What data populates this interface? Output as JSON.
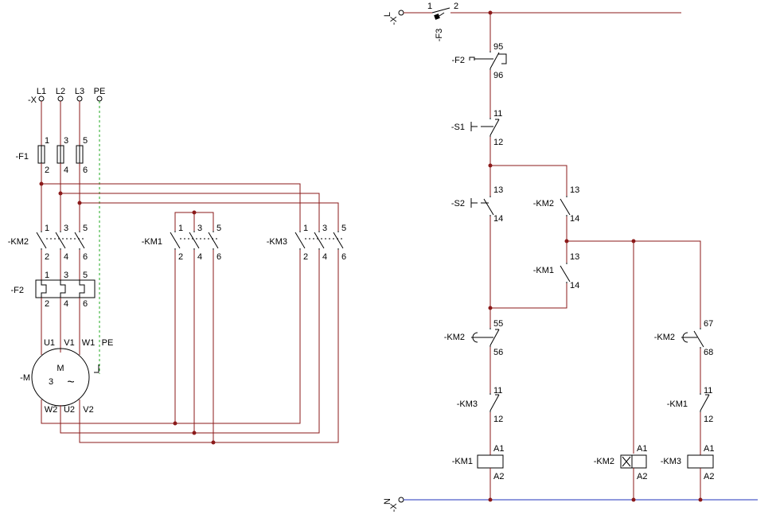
{
  "power": {
    "terminal": "-X",
    "phases": [
      "L1",
      "L2",
      "L3",
      "PE"
    ],
    "fuse": {
      "tag": "-F1",
      "top": [
        "1",
        "3",
        "5"
      ],
      "bottom": [
        "2",
        "4",
        "6"
      ]
    },
    "km2": {
      "tag": "-KM2",
      "top": [
        "1",
        "3",
        "5"
      ],
      "bottom": [
        "2",
        "4",
        "6"
      ]
    },
    "f2": {
      "tag": "-F2",
      "top": [
        "1",
        "3",
        "5"
      ],
      "bottom": [
        "2",
        "4",
        "6"
      ]
    },
    "km1": {
      "tag": "-KM1",
      "top": [
        "1",
        "3",
        "5"
      ],
      "bottom": [
        "2",
        "4",
        "6"
      ]
    },
    "km3": {
      "tag": "-KM3",
      "top": [
        "1",
        "3",
        "5"
      ],
      "bottom": [
        "2",
        "4",
        "6"
      ]
    },
    "motor": {
      "tag": "-M",
      "letter": "M",
      "phases": "3",
      "symbol": "~",
      "top": [
        "U1",
        "V1",
        "W1",
        "PE"
      ],
      "bottom": [
        "W2",
        "U2",
        "V2"
      ]
    }
  },
  "control": {
    "top_terminal": {
      "tag": "-X",
      "pin": "L"
    },
    "bottom_terminal": {
      "tag": "-X",
      "pin": "N"
    },
    "f3": {
      "tag": "-F3",
      "pins": [
        "1",
        "2"
      ]
    },
    "f2": {
      "tag": "-F2",
      "pins": [
        "95",
        "96"
      ]
    },
    "s1": {
      "tag": "-S1",
      "pins": [
        "11",
        "12"
      ]
    },
    "s2": {
      "tag": "-S2",
      "pins": [
        "13",
        "14"
      ]
    },
    "km2_hold": {
      "tag": "-KM2",
      "pins": [
        "13",
        "14"
      ]
    },
    "km1_hold": {
      "tag": "-KM1",
      "pins": [
        "13",
        "14"
      ]
    },
    "km2_timer": {
      "tag": "-KM2",
      "pins": [
        "55",
        "56"
      ]
    },
    "km3_nc": {
      "tag": "-KM3",
      "pins": [
        "11",
        "12"
      ]
    },
    "coil_km1": {
      "tag": "-KM1",
      "pins": [
        "A1",
        "A2"
      ]
    },
    "coil_km2": {
      "tag": "-KM2",
      "pins": [
        "A1",
        "A2"
      ]
    },
    "km2_timer2": {
      "tag": "-KM2",
      "pins": [
        "67",
        "68"
      ]
    },
    "km1_nc": {
      "tag": "-KM1",
      "pins": [
        "11",
        "12"
      ]
    },
    "coil_km3": {
      "tag": "-KM3",
      "pins": [
        "A1",
        "A2"
      ]
    }
  },
  "colors": {
    "wire": "#8b1a1a",
    "neutral": "#2233bb",
    "pe": "#22aa22"
  }
}
